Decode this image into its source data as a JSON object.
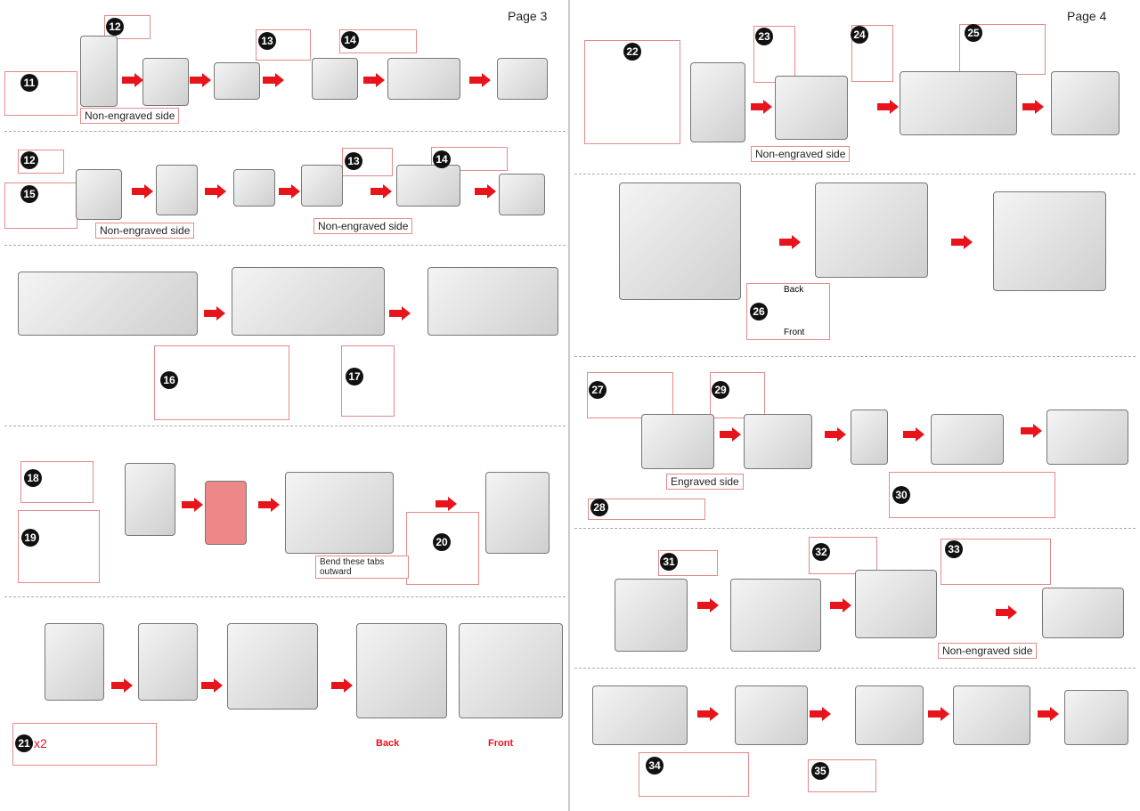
{
  "page3": {
    "page_label": "Page 3",
    "steps": [
      "11",
      "12",
      "13",
      "14",
      "12",
      "15",
      "13",
      "14",
      "16",
      "17",
      "18",
      "19",
      "20",
      "21"
    ],
    "labels": {
      "non_engraved_1": "Non-engraved side",
      "non_engraved_2": "Non-engraved side",
      "non_engraved_3": "Non-engraved side",
      "bend_tabs": "Bend these tabs outward",
      "multiplier": "x2",
      "back": "Back",
      "front": "Front"
    }
  },
  "page4": {
    "page_label": "Page 4",
    "steps": [
      "22",
      "23",
      "24",
      "25",
      "26",
      "27",
      "28",
      "29",
      "30",
      "31",
      "32",
      "33",
      "34",
      "35"
    ],
    "labels": {
      "non_engraved_1": "Non-engraved side",
      "non_engraved_2": "Non-engraved side",
      "engraved": "Engraved side",
      "back": "Back",
      "front": "Front"
    }
  },
  "colors": {
    "arrow": "#e8141b",
    "callout_border": "#e58a8a",
    "marker_blue": "#1b9ad6",
    "marker_green": "#8cc63f"
  }
}
